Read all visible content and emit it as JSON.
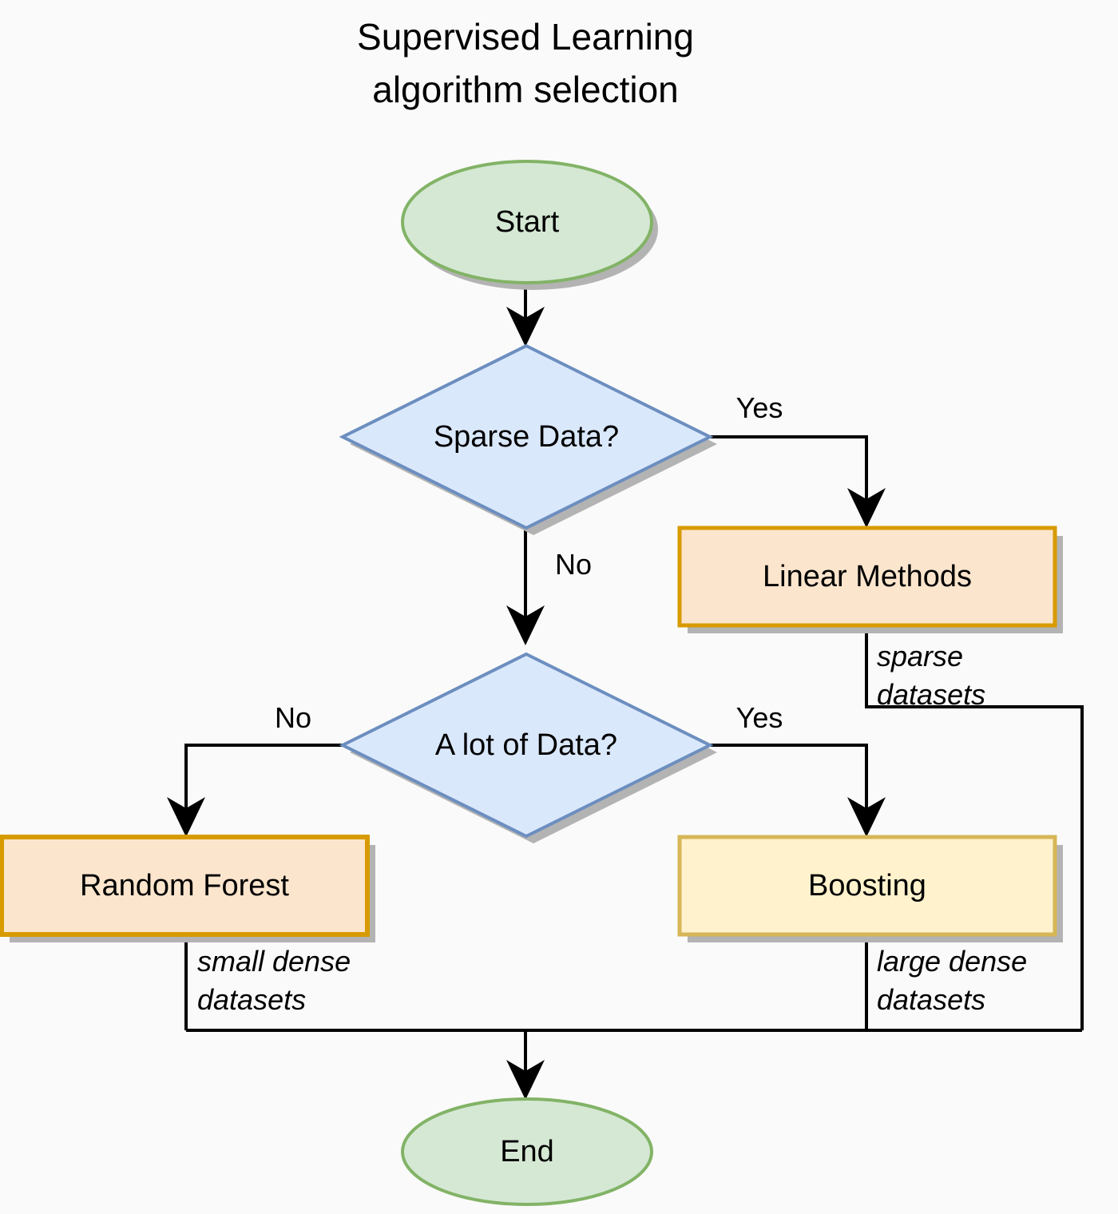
{
  "diagram": {
    "title_line1": "Supervised Learning",
    "title_line2": "algorithm selection",
    "background_color": "#fafafa"
  },
  "colors": {
    "terminal_fill": "#d5e8d4",
    "terminal_stroke": "#82b366",
    "decision_fill": "#dae8fc",
    "decision_stroke": "#6c8ebf",
    "process_orange_fill": "#fce5cd",
    "process_orange_stroke": "#d79b00",
    "process_yellow_fill": "#fff2cc",
    "process_yellow_stroke": "#d6b656",
    "shadow": "#b3b3b3",
    "connector": "#000000"
  },
  "nodes": {
    "start": {
      "label": "Start",
      "shape": "ellipse"
    },
    "sparse_data": {
      "label": "Sparse Data?",
      "shape": "diamond"
    },
    "linear_methods": {
      "label": "Linear Methods",
      "shape": "rectangle"
    },
    "a_lot_of_data": {
      "label": "A lot of Data?",
      "shape": "diamond"
    },
    "random_forest": {
      "label": "Random Forest",
      "shape": "rectangle"
    },
    "boosting": {
      "label": "Boosting",
      "shape": "rectangle"
    },
    "end": {
      "label": "End",
      "shape": "ellipse"
    }
  },
  "edge_labels": {
    "sparse_yes": "Yes",
    "sparse_no": "No",
    "alot_no": "No",
    "alot_yes": "Yes",
    "sparse_datasets_l1": "sparse",
    "sparse_datasets_l2": "datasets",
    "small_dense_l1": "small dense",
    "small_dense_l2": "datasets",
    "large_dense_l1": "large dense",
    "large_dense_l2": "datasets"
  }
}
